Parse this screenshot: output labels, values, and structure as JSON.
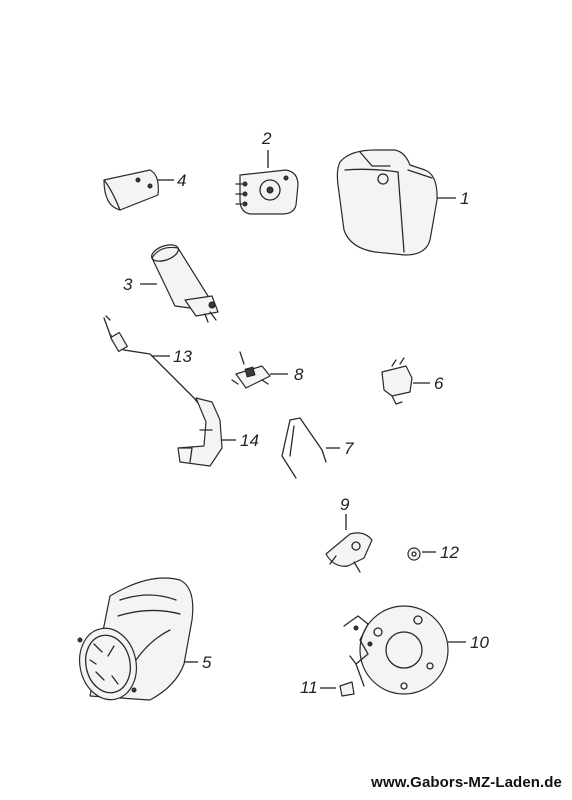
{
  "parts": [
    {
      "id": "1",
      "label": "1"
    },
    {
      "id": "2",
      "label": "2"
    },
    {
      "id": "3",
      "label": "3"
    },
    {
      "id": "4",
      "label": "4"
    },
    {
      "id": "5",
      "label": "5"
    },
    {
      "id": "6",
      "label": "6"
    },
    {
      "id": "7",
      "label": "7"
    },
    {
      "id": "8",
      "label": "8"
    },
    {
      "id": "9",
      "label": "9"
    },
    {
      "id": "10",
      "label": "10"
    },
    {
      "id": "11",
      "label": "11"
    },
    {
      "id": "12",
      "label": "12"
    },
    {
      "id": "13",
      "label": "13"
    },
    {
      "id": "14",
      "label": "14"
    }
  ],
  "footer": {
    "website": "www.Gabors-MZ-Laden.de"
  }
}
